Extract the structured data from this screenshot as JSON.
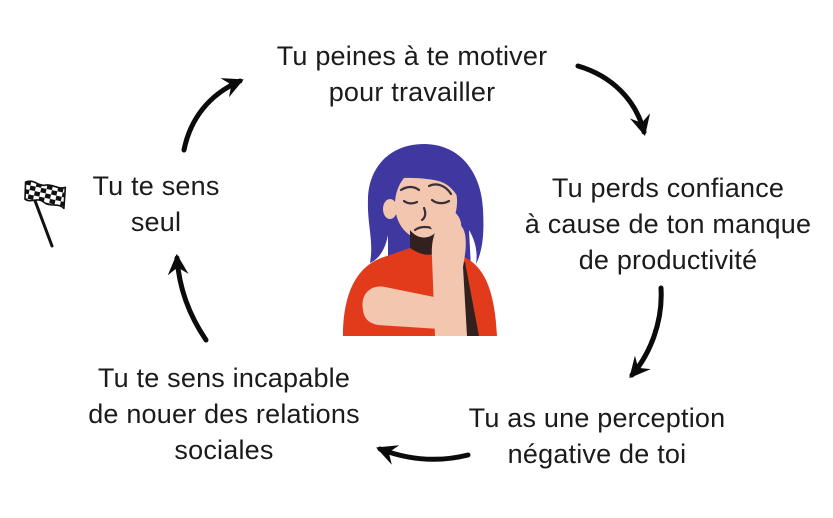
{
  "diagram": {
    "title": "vicious circle of loneliness and low motivation (French)",
    "cycle": {
      "steps": [
        {
          "position": "top",
          "lines": [
            "Tu peines à te motiver",
            "pour travailler"
          ]
        },
        {
          "position": "right",
          "lines": [
            "Tu perds confiance",
            "à cause de ton manque",
            "de productivité"
          ]
        },
        {
          "position": "bottom-right",
          "lines": [
            "Tu as une perception",
            "négative de toi"
          ]
        },
        {
          "position": "bottom-left",
          "lines": [
            "Tu te sens incapable",
            "de nouer des relations",
            "sociales"
          ]
        },
        {
          "position": "left",
          "lines": [
            "Tu te sens",
            "seul"
          ]
        }
      ]
    },
    "icons": {
      "start_flag": "checkered-flag"
    },
    "illustration": {
      "subject": "sad woman with blue hair resting chin on her hand",
      "colors": {
        "hair": "#3F38A0",
        "skin": "#F2C6AF",
        "shirt": "#E23B1C",
        "shadow": "#33211F",
        "line": "#3A2F38"
      }
    },
    "style": {
      "background": "#FFFFFF",
      "text_color": "#1B1B1B",
      "arrow_color": "#0B0B0B",
      "flag_color": "#111111"
    }
  }
}
